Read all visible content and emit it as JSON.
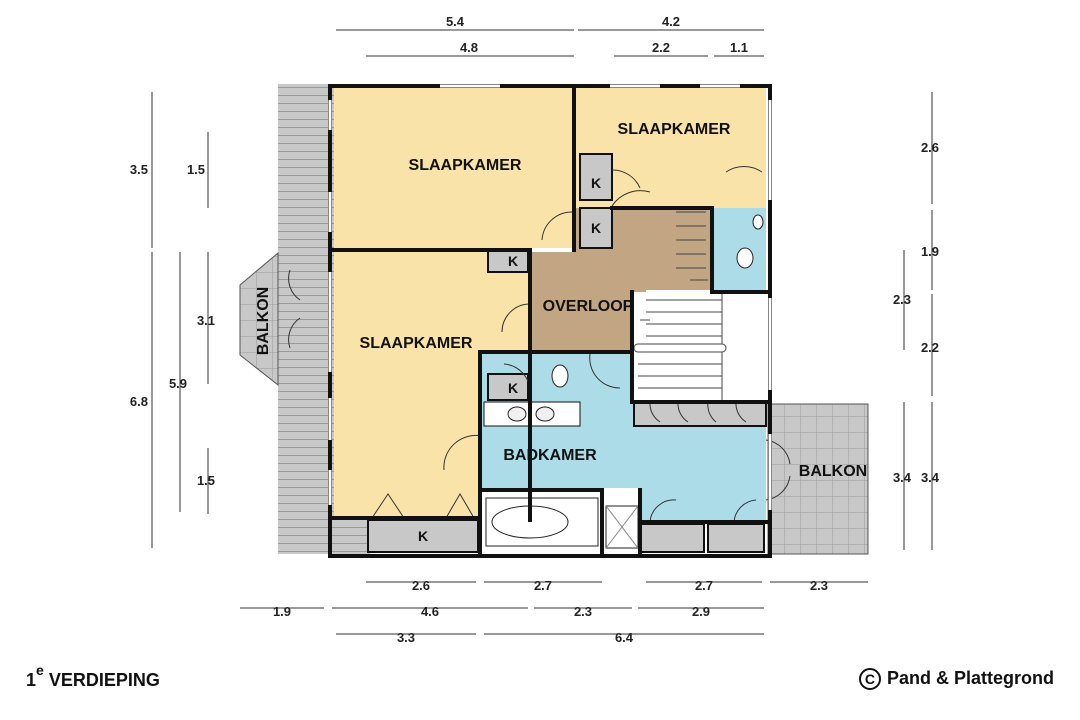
{
  "rooms": {
    "bedroom_top_left": "SLAAPKAMER",
    "bedroom_top_right": "SLAAPKAMER",
    "bedroom_left": "SLAAPKAMER",
    "landing": "OVERLOOP",
    "bathroom": "BADKAMER",
    "balcony_left": "BALKON",
    "balcony_right": "BALKON"
  },
  "closet_label": "K",
  "dims": {
    "top_a": "5.4",
    "top_b": "4.2",
    "top_c": "4.8",
    "top_d": "2.2",
    "top_e": "1.1",
    "left_a": "3.5",
    "left_b": "1.5",
    "left_c": "3.1",
    "left_d": "5.9",
    "left_e": "6.8",
    "left_f": "1.5",
    "right_a": "2.6",
    "right_b": "1.9",
    "right_c": "2.3",
    "right_d": "2.2",
    "right_e": "3.4",
    "right_f": "3.4",
    "bottom_a": "2.6",
    "bottom_b": "2.7",
    "bottom_c": "2.7",
    "bottom_d": "2.3",
    "bottom_e": "1.9",
    "bottom_f": "4.6",
    "bottom_g": "2.3",
    "bottom_h": "2.9",
    "bottom_i": "3.3",
    "bottom_j": "6.4"
  },
  "footer": {
    "floor_number": "1",
    "floor_suffix": "e",
    "floor_word": "VERDIEPING",
    "copyright_symbol": "C",
    "copyright_text": "Pand & Plattegrond"
  },
  "colors": {
    "bedroom": "#f9e3a8",
    "landing": "#c2a684",
    "bathroom": "#acdce8",
    "balcony": "#c8c8c8",
    "wall": "#111111",
    "closet": "#c8c8c8"
  }
}
